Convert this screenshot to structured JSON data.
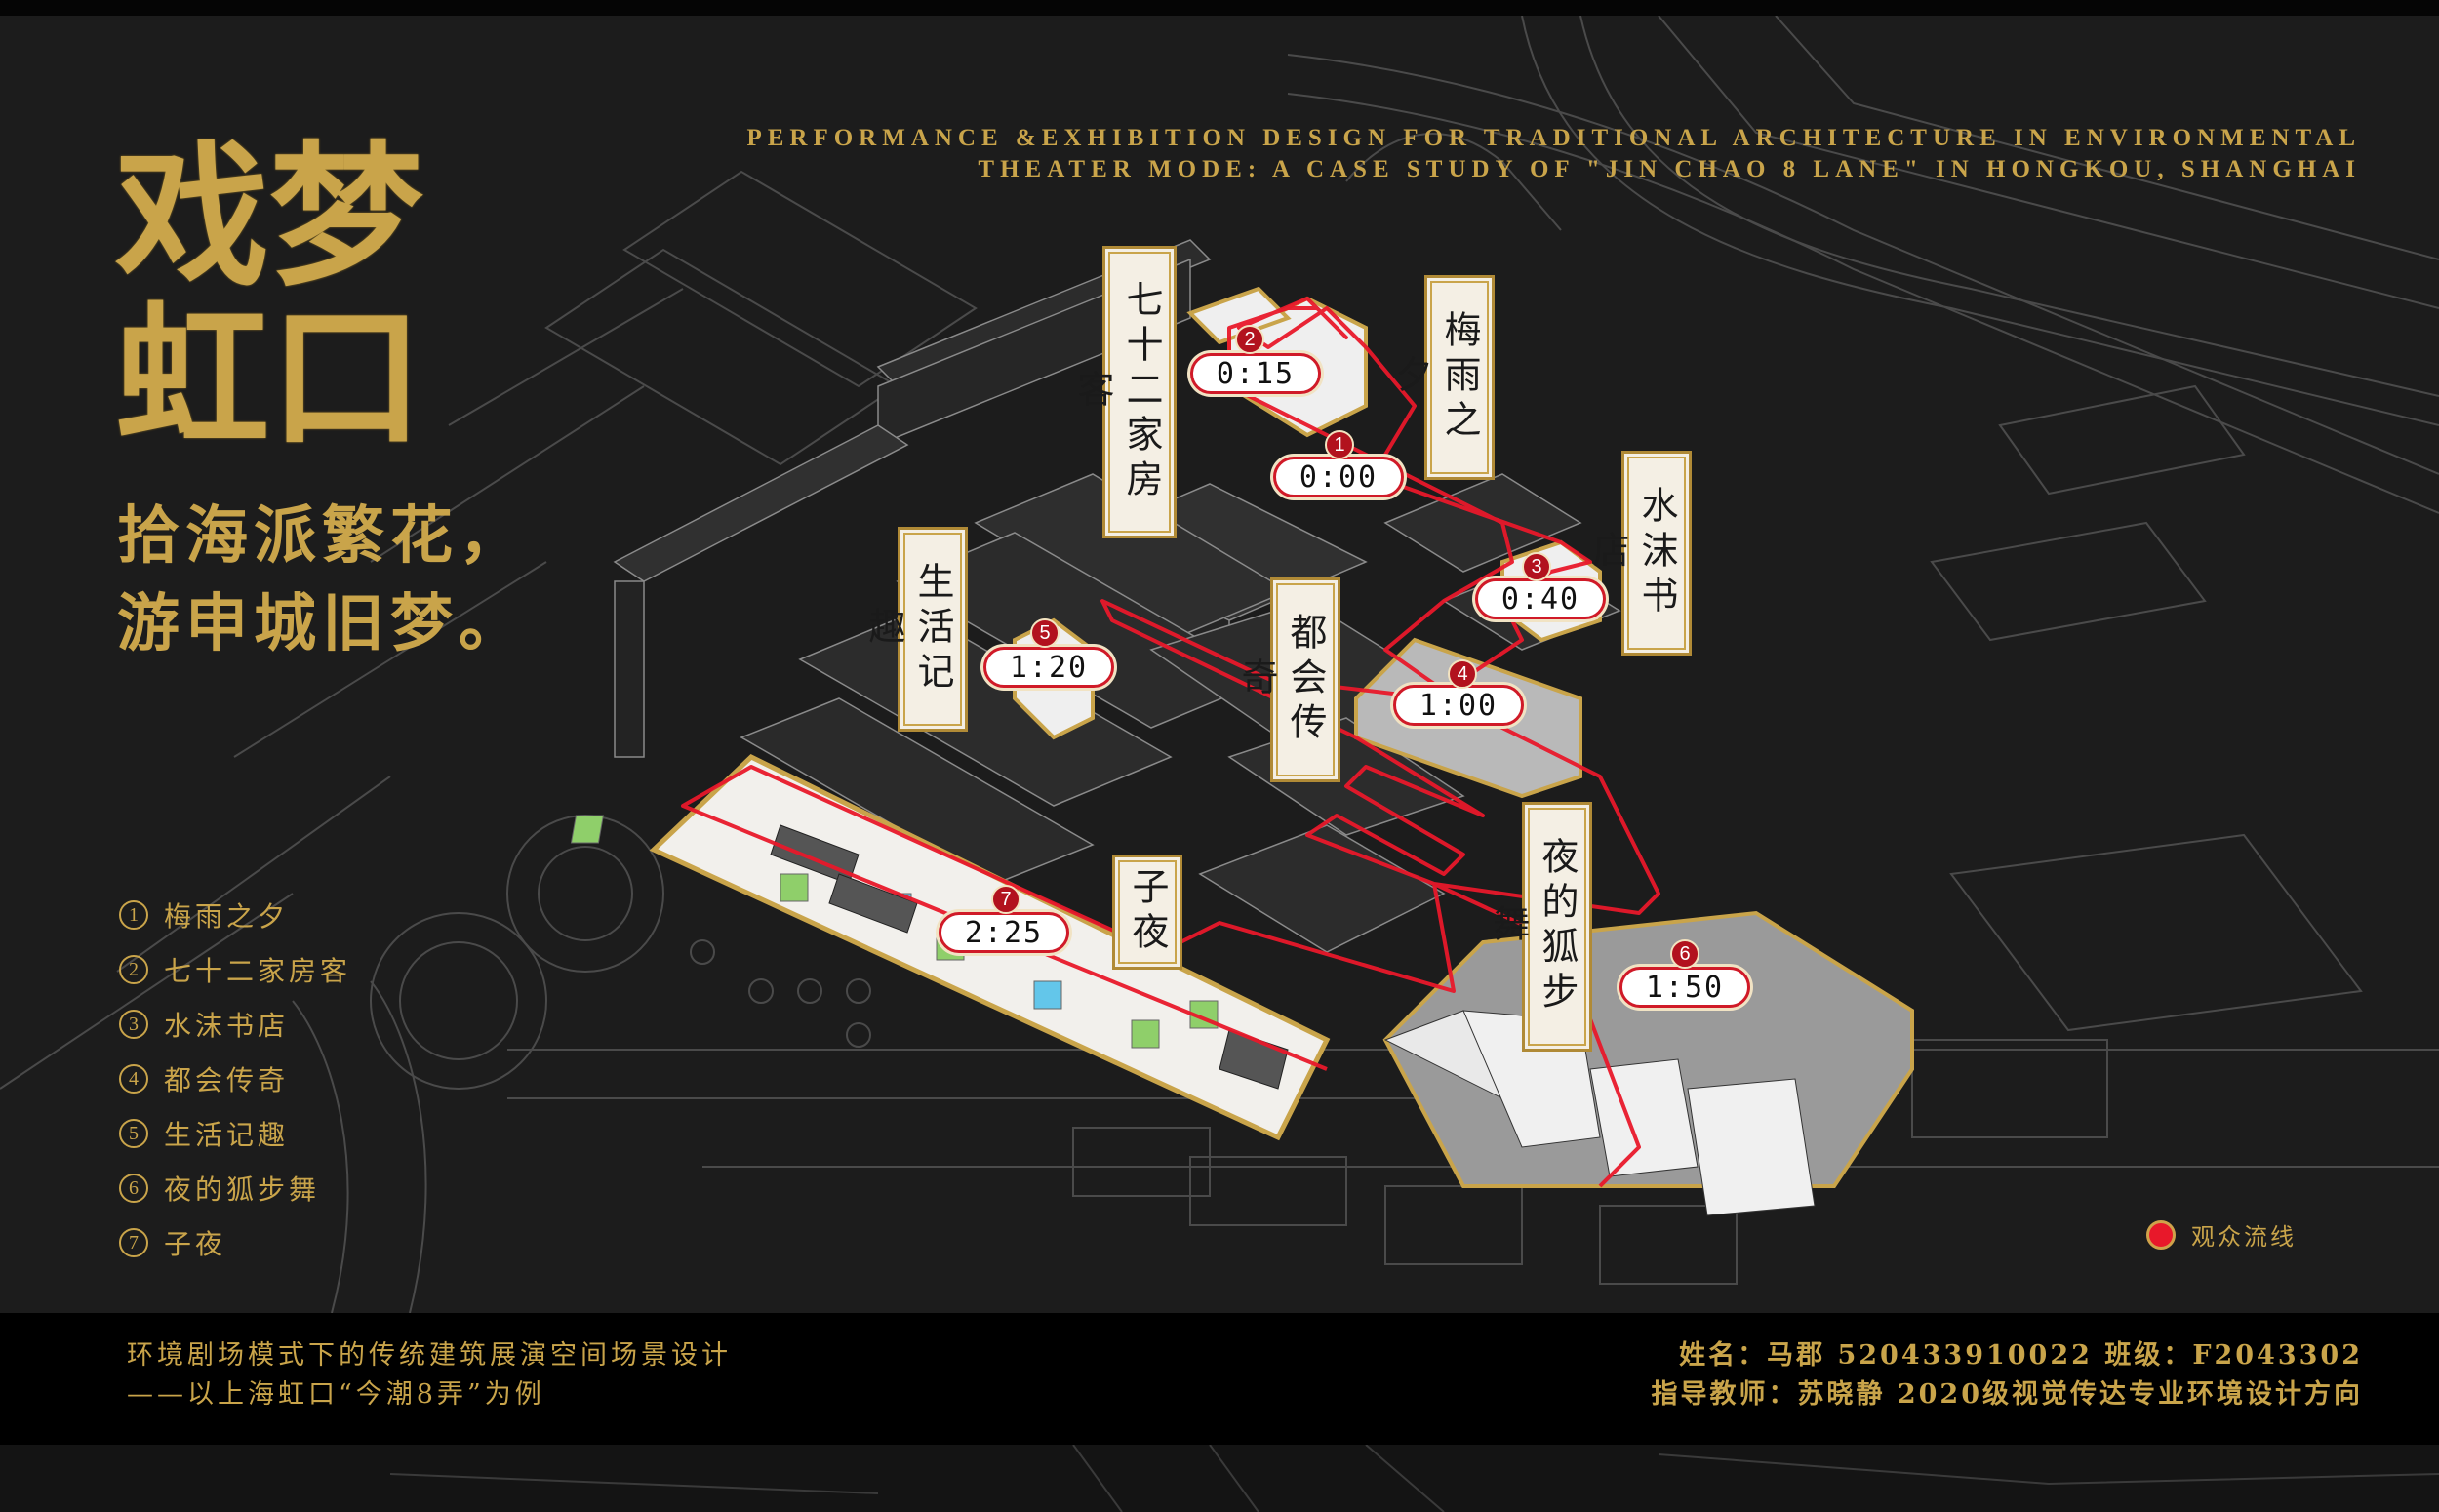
{
  "title": {
    "line1": "戏梦",
    "line2": "虹口"
  },
  "slogan": {
    "line1": "拾海派繁花，",
    "line2": "游申城旧梦。"
  },
  "english_title": {
    "line1": "PERFORMANCE &EXHIBITION  DESIGN FOR TRADITIONAL ARCHITECTURE IN ENVIRONMENTAL",
    "line2": "THEATER MODE: A CASE STUDY OF \"JIN CHAO 8 LANE\" IN HONGKOU, SHANGHAI"
  },
  "scenes": [
    {
      "num": "1",
      "name": "梅雨之夕",
      "time": "0:00"
    },
    {
      "num": "2",
      "name": "七十二家房客",
      "time": "0:15"
    },
    {
      "num": "3",
      "name": "水沫书店",
      "time": "0:40"
    },
    {
      "num": "4",
      "name": "都会传奇",
      "time": "1:00"
    },
    {
      "num": "5",
      "name": "生活记趣",
      "time": "1:20"
    },
    {
      "num": "6",
      "name": "夜的狐步舞",
      "time": "1:50"
    },
    {
      "num": "7",
      "name": "子夜",
      "time": "2:25"
    }
  ],
  "flow_legend": {
    "label": "观众流线",
    "color": "#e8182a"
  },
  "footer": {
    "left_line1": "环境剧场模式下的传统建筑展演空间场景设计",
    "left_line2": "——以上海虹口“今潮8弄”为例",
    "right_line1": "姓名：马郡 520433910022 班级：F2043302",
    "right_line2": "指导教师：苏晓静 2020级视觉传达专业环境设计方向"
  },
  "colors": {
    "gold": "#c9a44a",
    "route_red": "#e8182a",
    "background": "#1c1c1c",
    "footer": "#000000"
  }
}
